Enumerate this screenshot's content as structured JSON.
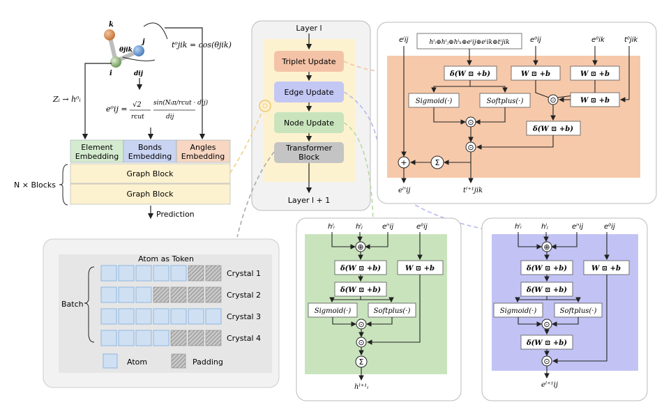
{
  "molecule": {
    "atom_k": "k",
    "atom_j": "j",
    "atom_i": "i",
    "angle": "θjik",
    "distance": "dij",
    "angle_formula": "t⁰jik = cos(θjik)",
    "atom_mapping": "Zᵢ → h⁰ᵢ",
    "edge_formula_lhs": "e⁰ij =",
    "edge_formula_sqrt": "√2",
    "edge_formula_rcut": "rcut",
    "edge_formula_sin": "sin(Nₜπ/rcut · dij)",
    "edge_formula_dij": "dij"
  },
  "embeddings": [
    {
      "line1": "Element",
      "line2": "Embedding",
      "color": "#d5ebcf"
    },
    {
      "line1": "Bonds",
      "line2": "Embedding",
      "color": "#c9d3f2"
    },
    {
      "line1": "Angles",
      "line2": "Embedding",
      "color": "#f7d6c2"
    }
  ],
  "graph_blocks": [
    "Graph Block",
    "Graph Block"
  ],
  "n_blocks": "N × Blocks",
  "prediction": "Prediction",
  "layer": {
    "top": "Layer l",
    "bottom": "Layer l + 1",
    "steps": [
      {
        "label": "Triplet Update",
        "color": "#f4c3a7"
      },
      {
        "label": "Edge Update",
        "color": "#c3c7f4"
      },
      {
        "label": "Node Update",
        "color": "#c9e4bd"
      },
      {
        "label": "Transformer Block",
        "line1": "Transformer",
        "line2": "Block",
        "color": "#c4c4c4"
      }
    ]
  },
  "batch": {
    "title": "Atom as Token",
    "batch_label": "Batch",
    "crystals": [
      {
        "label": "Crystal 1",
        "atoms": 5,
        "padding": 2
      },
      {
        "label": "Crystal 2",
        "atoms": 3,
        "padding": 4
      },
      {
        "label": "Crystal 3",
        "atoms": 7,
        "padding": 0
      },
      {
        "label": "Crystal 4",
        "atoms": 4,
        "padding": 3
      }
    ],
    "legend_atom": "Atom",
    "legend_padding": "Padding"
  },
  "triplet_panel": {
    "inputs": {
      "e_ij": "eˡij",
      "concat": "hˡᵢ⊕hˡⱼ⊕hˡₖ⊕eˡij⊕eˡik⊕tˡjik",
      "e0_ij": "e⁰ij",
      "e0_ik": "e⁰ik",
      "t0_jik": "t⁰jik"
    },
    "delta": "δ(W ⊡ +b)",
    "w": "W ⊡ +b",
    "sigmoid": "Sigmoid(·)",
    "softplus": "Softplus(·)",
    "odot": "⊙",
    "sum": "Σ",
    "plus": "+",
    "out_e": "eˡ'ij",
    "out_t": "tˡ⁺¹jik"
  },
  "node_panel": {
    "inputs": {
      "h_i": "hˡᵢ",
      "h_j": "hˡⱼ",
      "e_ij": "eˡ'ij",
      "e0_ij": "e⁰ij"
    },
    "oplus": "⊕",
    "delta": "δ(W ⊡ +b)",
    "w": "W ⊡ +b",
    "sigmoid": "Sigmoid(·)",
    "softplus": "Softplus(·)",
    "odot": "⊙",
    "sum": "Σ",
    "out": "hˡ⁺¹ᵢ"
  },
  "edge_panel": {
    "inputs": {
      "h_i": "hˡᵢ",
      "h_j": "hˡⱼ",
      "e_ij": "eˡ'ij",
      "e0_ij": "e⁰ij"
    },
    "oplus": "⊕",
    "delta": "δ(W ⊡ +b)",
    "w": "W ⊡ +b",
    "sigmoid": "Sigmoid(·)",
    "softplus": "Softplus(·)",
    "odot": "⊙",
    "out": "eˡ⁺¹ij"
  }
}
